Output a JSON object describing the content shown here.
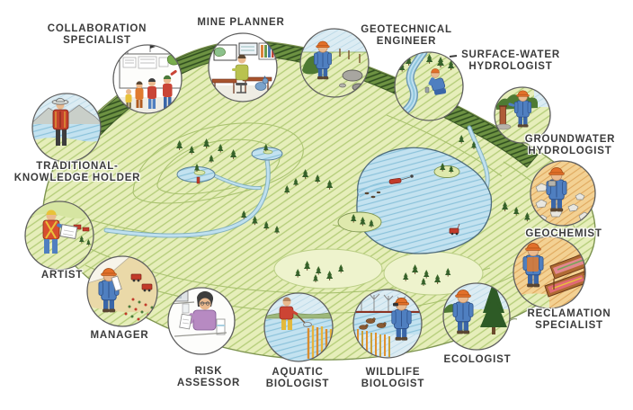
{
  "illustration": {
    "subject": "hand-drawn mine-site reclamation landscape surrounded by circular role vignettes"
  },
  "colors": {
    "label_ink": "#3b3b3b",
    "field_green": "#e6eeba",
    "forest_green": "#5e8038",
    "water_blue": "#bfe0ef",
    "hardhat_orange": "#e2702a",
    "truck_red": "#c23b2a",
    "rockpile_orange": "#f3d193"
  },
  "roles": [
    {
      "id": "collaboration-specialist",
      "lines": [
        "COLLABORATION",
        "SPECIALIST"
      ]
    },
    {
      "id": "mine-planner",
      "lines": [
        "MINE PLANNER"
      ]
    },
    {
      "id": "geotechnical-engineer",
      "lines": [
        "GEOTECHNICAL",
        "ENGINEER"
      ]
    },
    {
      "id": "surface-water-hydrologist",
      "lines": [
        "SURFACE-WATER",
        "HYDROLOGIST"
      ]
    },
    {
      "id": "groundwater-hydrologist",
      "lines": [
        "GROUNDWATER",
        "HYDROLOGIST"
      ]
    },
    {
      "id": "geochemist",
      "lines": [
        "GEOCHEMIST"
      ]
    },
    {
      "id": "reclamation-specialist",
      "lines": [
        "RECLAMATION",
        "SPECIALIST"
      ]
    },
    {
      "id": "ecologist",
      "lines": [
        "ECOLOGIST"
      ]
    },
    {
      "id": "wildlife-biologist",
      "lines": [
        "WILDLIFE",
        "BIOLOGIST"
      ]
    },
    {
      "id": "aquatic-biologist",
      "lines": [
        "AQUATIC",
        "BIOLOGIST"
      ]
    },
    {
      "id": "risk-assessor",
      "lines": [
        "RISK",
        "ASSESSOR"
      ]
    },
    {
      "id": "manager",
      "lines": [
        "MANAGER"
      ]
    },
    {
      "id": "artist",
      "lines": [
        "ARTIST"
      ]
    },
    {
      "id": "traditional-knowledge-holder",
      "lines": [
        "TRADITIONAL-",
        "KNOWLEDGE HOLDER"
      ]
    }
  ]
}
